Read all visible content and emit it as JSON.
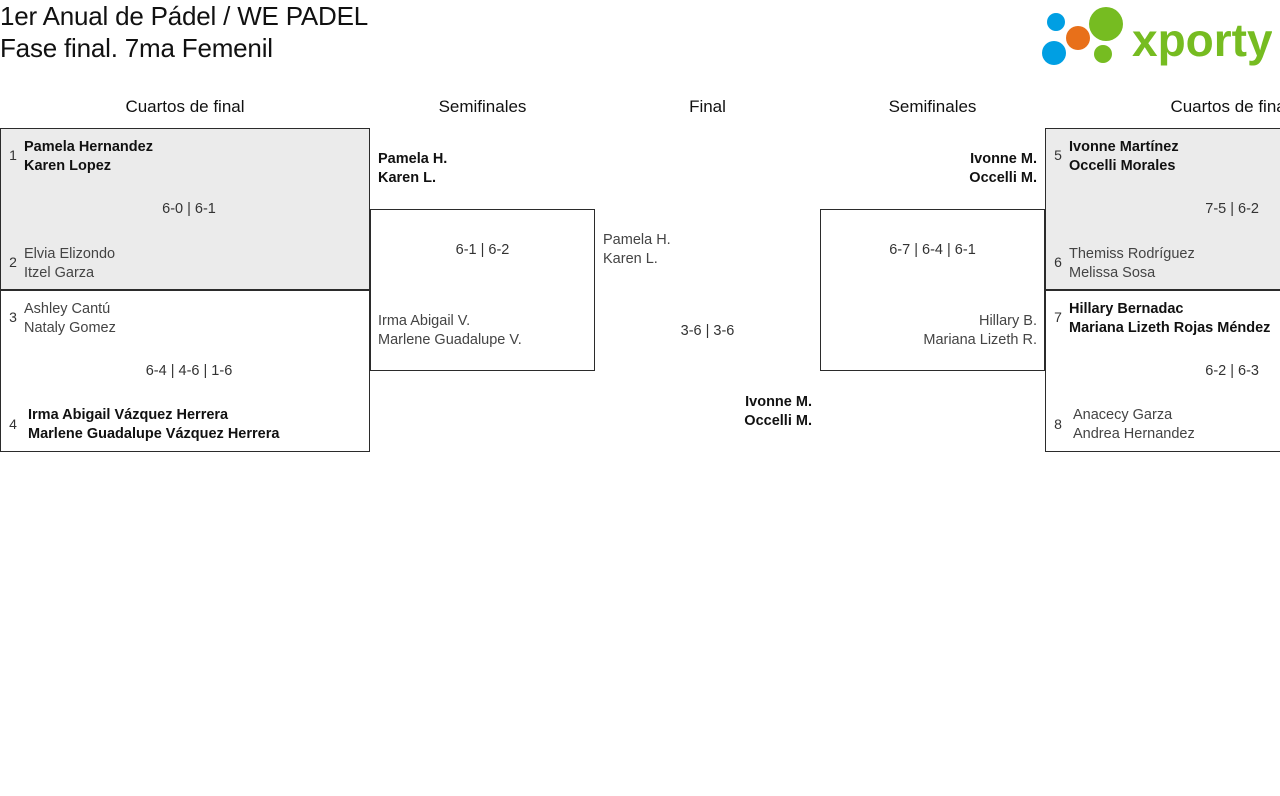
{
  "header": {
    "title_line1": "1er Anual de Pádel / WE PADEL",
    "title_line2": "Fase final. 7ma Femenil",
    "logo_text": "xporty"
  },
  "rounds": [
    {
      "label": "Cuartos de final",
      "side": "left"
    },
    {
      "label": "Semifinales",
      "side": "left"
    },
    {
      "label": "Final",
      "side": "center"
    },
    {
      "label": "Semifinales",
      "side": "right"
    },
    {
      "label": "Cuartos de final",
      "side": "right"
    }
  ],
  "quarterfinals_left": [
    {
      "seed_top": "1",
      "top_p1": "Pamela Hernandez",
      "top_p2": "Karen Lopez",
      "top_winner": true,
      "score": "6-0 | 6-1",
      "seed_bottom": "2",
      "bottom_p1": "Elvia Elizondo",
      "bottom_p2": "Itzel Garza",
      "bottom_winner": false
    },
    {
      "seed_top": "3",
      "top_p1": "Ashley Cantú",
      "top_p2": "Nataly Gomez",
      "top_winner": false,
      "score": "6-4 | 4-6 | 1-6",
      "seed_bottom": "4",
      "bottom_p1": "Irma Abigail Vázquez Herrera",
      "bottom_p2": "Marlene Guadalupe Vázquez Herrera",
      "bottom_winner": true
    }
  ],
  "quarterfinals_right": [
    {
      "seed_top": "5",
      "top_p1": "Ivonne Martínez",
      "top_p2": "Occelli Morales",
      "top_winner": true,
      "score": "7-5 | 6-2",
      "seed_bottom": "6",
      "bottom_p1": "Themiss Rodríguez",
      "bottom_p2": "Melissa Sosa",
      "bottom_winner": false
    },
    {
      "seed_top": "7",
      "top_p1": "Hillary Bernadac",
      "top_p2": "Mariana Lizeth Rojas Méndez",
      "top_winner": true,
      "score": "6-2 | 6-3",
      "seed_bottom": "8",
      "bottom_p1": "Anacecy Garza",
      "bottom_p2": "Andrea Hernandez",
      "bottom_winner": false
    }
  ],
  "semifinal_left": {
    "top_p1": "Pamela H.",
    "top_p2": "Karen L.",
    "top_winner": true,
    "score": "6-1 | 6-2",
    "bottom_p1": "Irma Abigail V.",
    "bottom_p2": "Marlene Guadalupe V.",
    "bottom_winner": false
  },
  "semifinal_right": {
    "top_p1": "Ivonne M.",
    "top_p2": "Occelli M.",
    "top_winner": true,
    "score": "6-7 | 6-4 | 6-1",
    "bottom_p1": "Hillary B.",
    "bottom_p2": "Mariana Lizeth R.",
    "bottom_winner": false
  },
  "final": {
    "left_p1": "Pamela H.",
    "left_p2": "Karen L.",
    "left_winner": false,
    "score": "3-6 | 3-6",
    "right_p1": "Ivonne M.",
    "right_p2": "Occelli M.",
    "right_winner": true
  },
  "colors": {
    "shaded_row": "#ebebeb",
    "border": "#2b2b2b",
    "winner_text": "#111111",
    "loser_text": "#444444",
    "logo_green": "#76bc21",
    "logo_blue": "#009fe3",
    "logo_orange": "#e8701a"
  }
}
